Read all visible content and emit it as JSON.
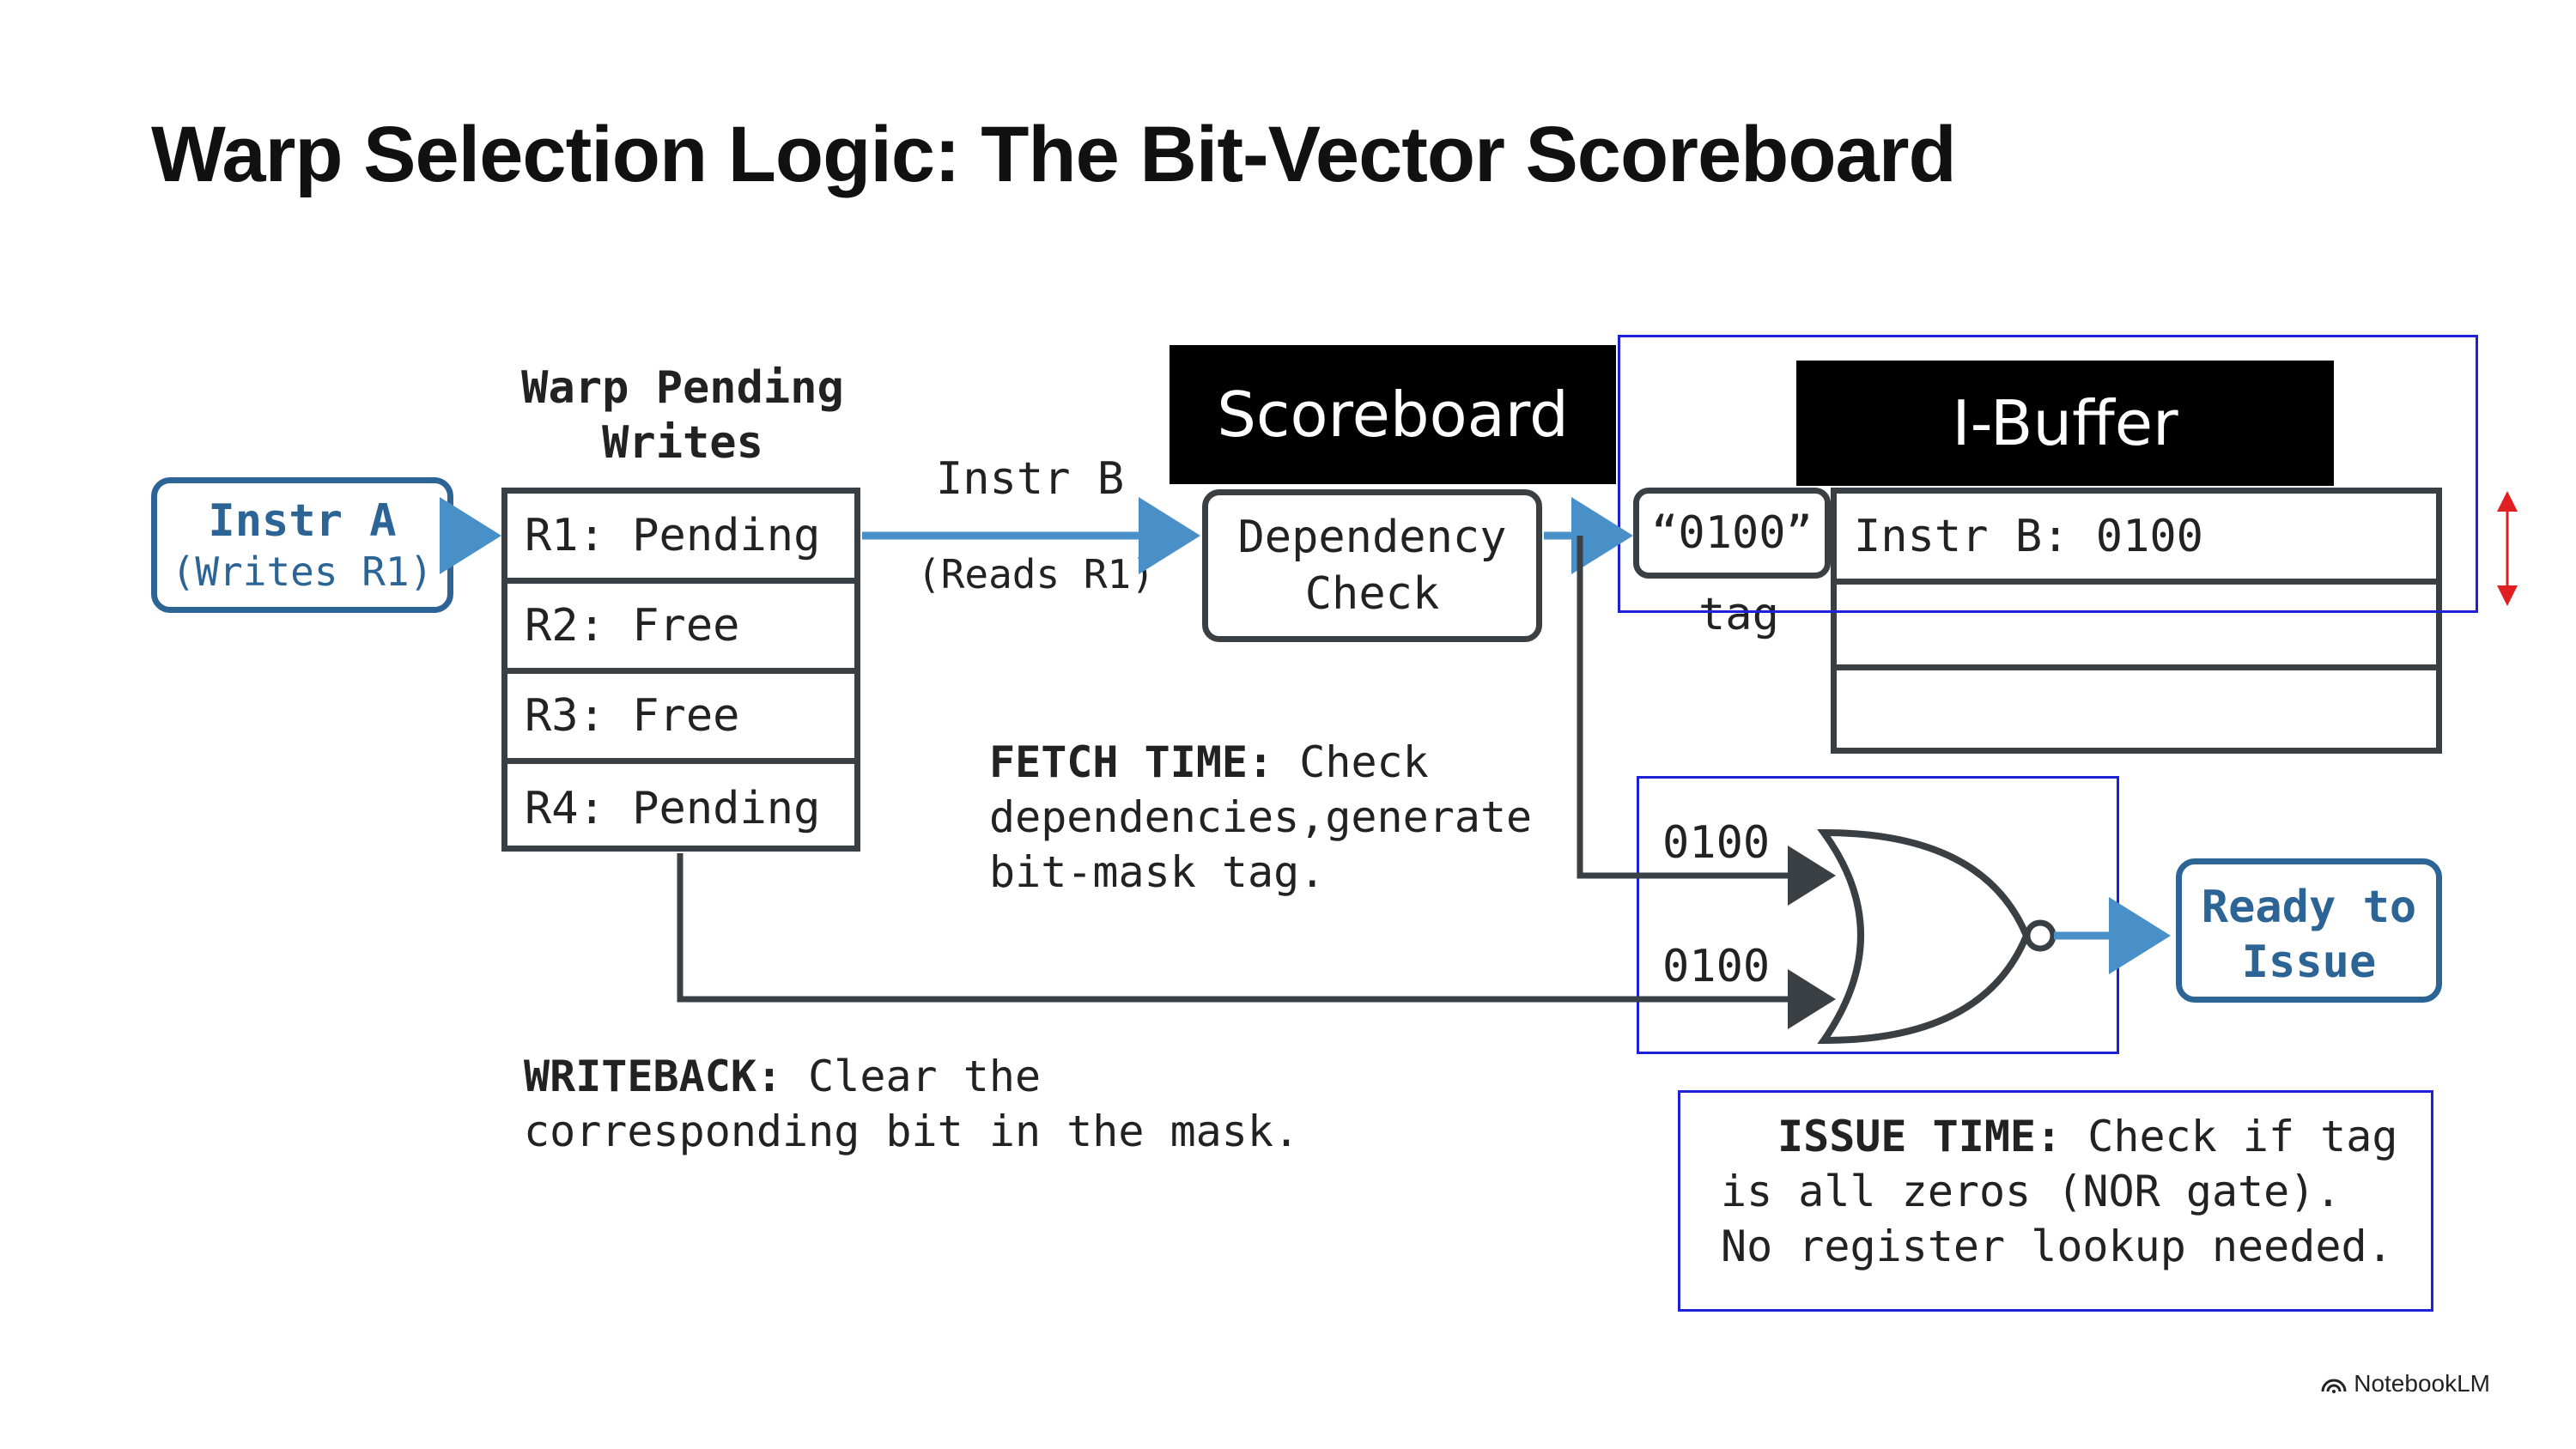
{
  "title": "Warp Selection Logic: The Bit-Vector Scoreboard",
  "instr_a": {
    "line1": "Instr A",
    "line2": "(Writes R1)"
  },
  "pending_writes": {
    "heading_line1": "Warp Pending",
    "heading_line2": "Writes",
    "rows": [
      "R1: Pending",
      "R2: Free",
      "R3: Free",
      "R4: Pending"
    ]
  },
  "instr_b": {
    "label": "Instr B",
    "sub": "(Reads R1)"
  },
  "scoreboard_label": "Scoreboard",
  "dependency_check": {
    "line1": "Dependency",
    "line2": "Check"
  },
  "ibuffer": {
    "label": "I-Buffer",
    "tag_value": "“0100”",
    "tag_label": "tag",
    "entries": [
      "Instr B: 0100",
      "",
      ""
    ]
  },
  "fetch_time": {
    "bold": "FETCH TIME:",
    "text1": " Check",
    "line2": "dependencies,generate",
    "line3": "bit-mask tag."
  },
  "nor_inputs": [
    "0100",
    "0100"
  ],
  "ready_to_issue": {
    "line1": "Ready to",
    "line2": "Issue"
  },
  "writeback": {
    "bold": "WRITEBACK:",
    "text1": " Clear the",
    "line2": "corresponding bit in the mask."
  },
  "issue_time": {
    "bold": "ISSUE TIME:",
    "text1": " Check if tag",
    "line2": "is all zeros (NOR gate).",
    "line3": "No register lookup needed."
  },
  "footer": {
    "brand": "NotebookLM",
    "icon": "notebooklm-logo-icon"
  },
  "colors": {
    "accent_blue": "#2c6496",
    "arrow_blue": "#4a90c8",
    "dark": "#3a3f44",
    "outline_blue": "#1e22d6",
    "marker_red": "#e02020"
  }
}
